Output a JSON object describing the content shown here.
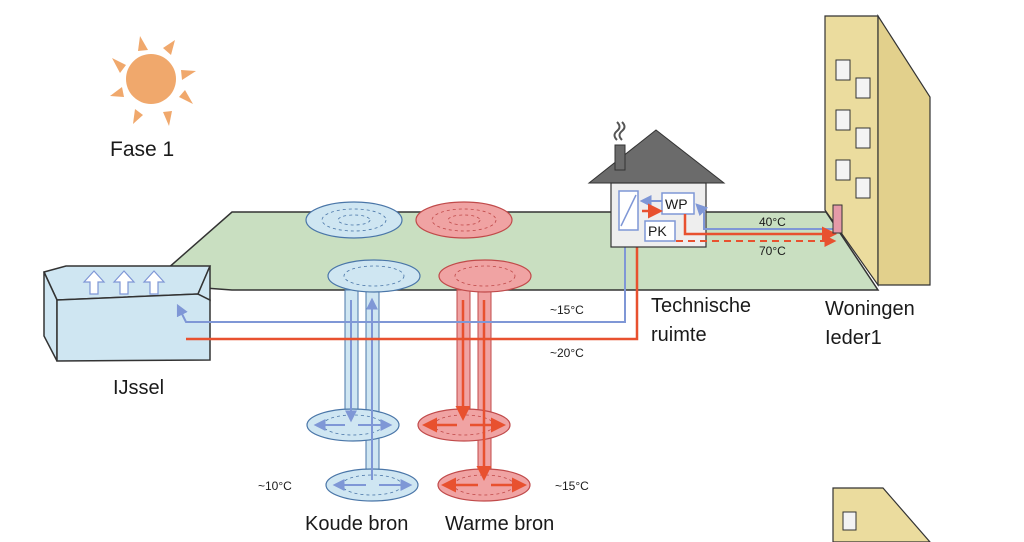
{
  "title": "Fase 1",
  "labels": {
    "ijssel": "IJssel",
    "koude_bron": "Koude bron",
    "warme_bron": "Warme bron",
    "technische_ruimte_line1": "Technische",
    "technische_ruimte_line2": "ruimte",
    "woningen_line1": "Woningen",
    "woningen_line2": "Ieder1"
  },
  "equipment": {
    "wp": "WP",
    "pk": "PK"
  },
  "temperatures": {
    "supply_low": "40°C",
    "supply_high": "70°C",
    "river_cold": "~15°C",
    "river_warm": "~20°C",
    "koude_bron": "~10°C",
    "warme_bron": "~15°C"
  },
  "colors": {
    "cold": "#7f97d6",
    "warm": "#e8512f",
    "cold_fill": "#cfe6f2",
    "warm_fill": "#f0a3a3",
    "ground": "#c9dfc1",
    "sun": "#f0a86c",
    "building": "#ebdc9e",
    "roof": "#6b6b6b"
  }
}
